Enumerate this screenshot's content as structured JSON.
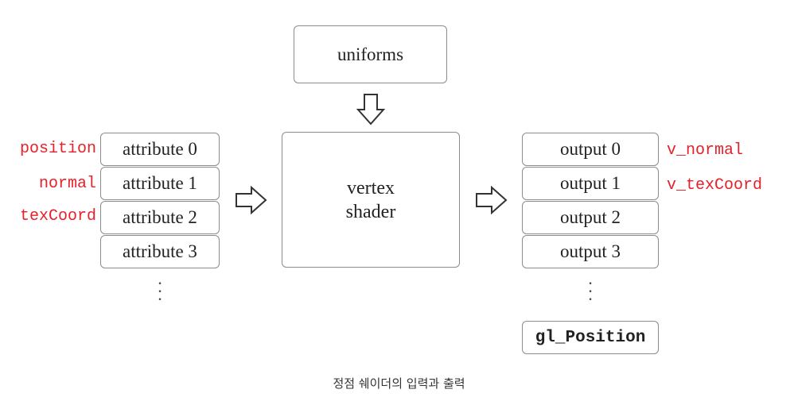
{
  "uniforms_label": "uniforms",
  "shader": {
    "line1": "vertex",
    "line2": "shader"
  },
  "attributes": [
    "attribute 0",
    "attribute 1",
    "attribute 2",
    "attribute 3"
  ],
  "input_names": [
    "position",
    "normal",
    "texCoord"
  ],
  "outputs": [
    "output 0",
    "output 1",
    "output 2",
    "output 3"
  ],
  "output_names": [
    "v_normal",
    "v_texCoord"
  ],
  "gl_position_label": "gl_Position",
  "caption": "정점 쉐이더의 입력과 출력",
  "colors": {
    "variable_name": "#e8202a",
    "box_border": "#8c8c8c"
  }
}
